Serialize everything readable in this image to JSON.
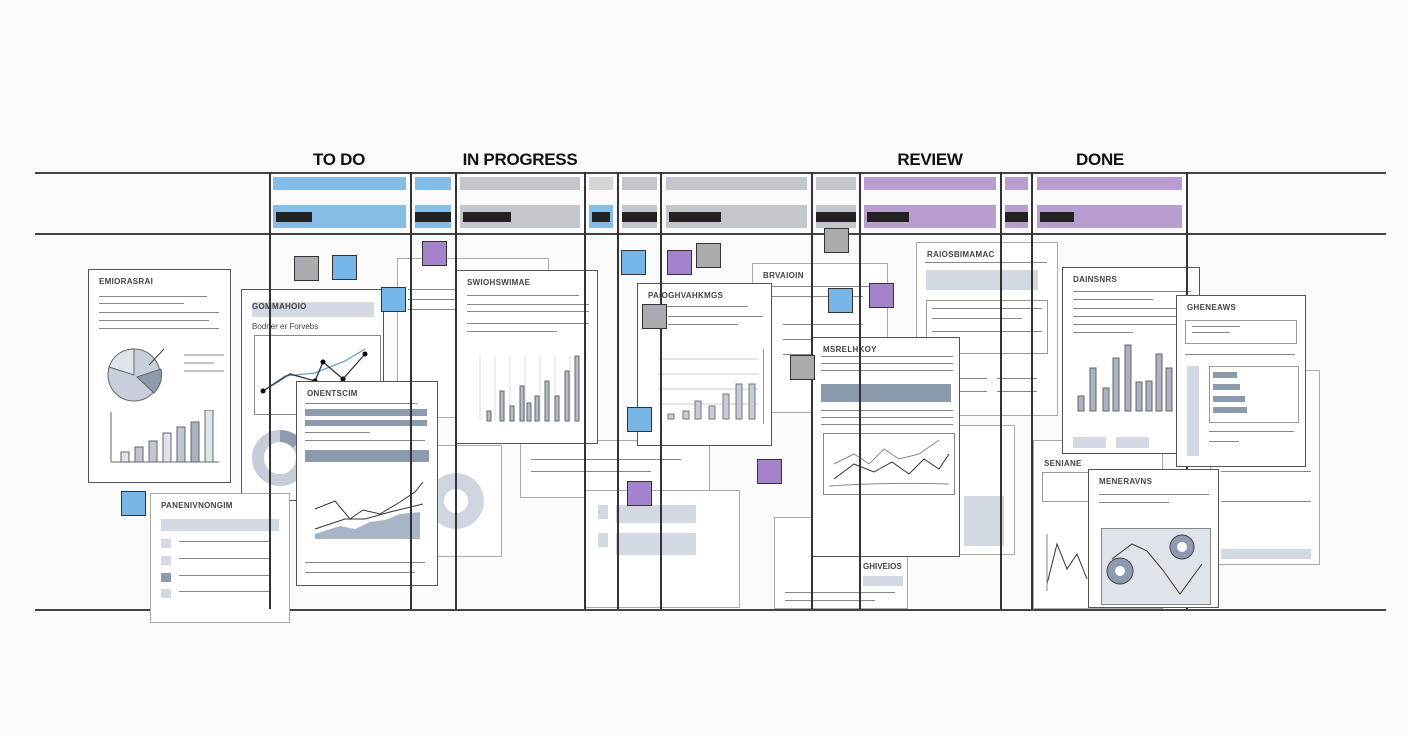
{
  "board": {
    "columns": [
      {
        "label": "TO DO",
        "color": "#86bde6"
      },
      {
        "label": "IN PROGRESS",
        "color": "#c3c6ca"
      },
      {
        "label": "REVIEW",
        "color": "#b89dd0"
      },
      {
        "label": "DONE",
        "color": "#b89dd0"
      }
    ]
  },
  "documents": [
    {
      "title": "EMIORASRAI"
    },
    {
      "title": "GOMMAHOIO",
      "subtitle": "Bodner er Forvebs"
    },
    {
      "title": "ONENTSCIM"
    },
    {
      "title": "PANENIVNONGIM"
    },
    {
      "title": "SWIOHSWIMAE"
    },
    {
      "title": "PAIOGHVAHKMGS"
    },
    {
      "title": "BRVAIOIN"
    },
    {
      "title": "RAIOSBIMAMAC"
    },
    {
      "title": "MSRELHKOY"
    },
    {
      "title": "DAINSNRS"
    },
    {
      "title": "GHENEAWS"
    },
    {
      "title": "MENERAVNS"
    },
    {
      "title": "SENIANE"
    },
    {
      "title": "GHIVEIOS"
    }
  ]
}
